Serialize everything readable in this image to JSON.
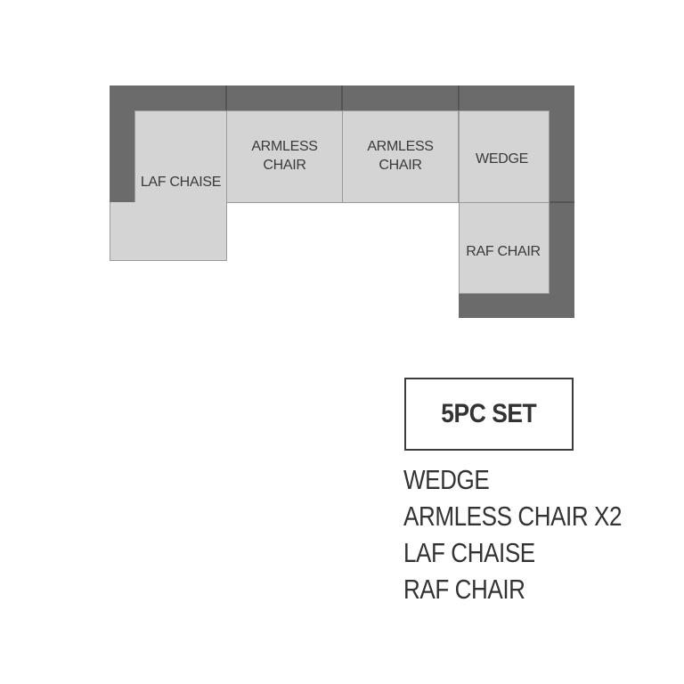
{
  "diagram": {
    "labels": {
      "laf_chaise": "LAF CHAISE",
      "armless_chair_1": "ARMLESS\nCHAIR",
      "armless_chair_2": "ARMLESS\nCHAIR",
      "wedge": "WEDGE",
      "raf_chair": "RAF CHAIR"
    }
  },
  "set_info": {
    "title": "5PC SET",
    "items": [
      "WEDGE",
      "ARMLESS CHAIR X2",
      "LAF CHAISE",
      "RAF CHAIR"
    ]
  },
  "colors": {
    "back_cushion": "#6b6b6b",
    "seat_cushion": "#d4d4d4",
    "text": "#333333"
  }
}
